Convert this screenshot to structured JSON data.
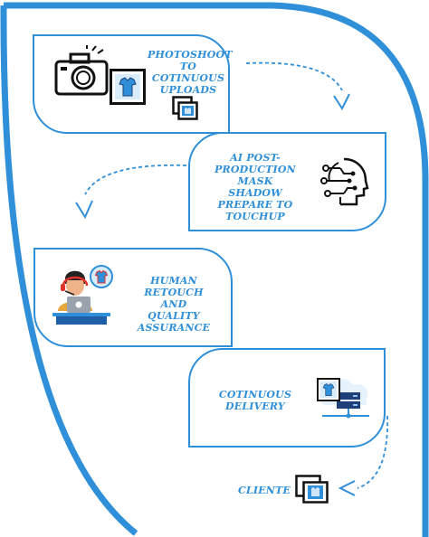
{
  "colors": {
    "accent": "#2f8fd8",
    "ink": "#111111",
    "dark_blue": "#1f3f7a"
  },
  "steps": [
    {
      "lines": [
        "PHOTOSHOOT",
        "TO COTINUOUS",
        "UPLOADS"
      ],
      "icons": [
        "camera-icon",
        "shirt-thumbnail-icon",
        "stacked-photos-icon"
      ]
    },
    {
      "lines": [
        "AI POST-PRODUCTION",
        "MASK",
        "SHADOW",
        "PREPARE TO TOUCHUP"
      ],
      "icons": [
        "ai-head-icon"
      ]
    },
    {
      "lines": [
        "HUMAN RETOUCH",
        "AND",
        "QUALITY ASSURANCE"
      ],
      "icons": [
        "retoucher-at-laptop-icon",
        "shirt-badge-icon"
      ]
    },
    {
      "lines": [
        "COTINUOUS",
        "DELIVERY"
      ],
      "icons": [
        "cloud-server-icon",
        "shirt-thumbnail-icon"
      ]
    },
    {
      "lines": [
        "CLIENTE"
      ],
      "icons": [
        "stacked-photos-icon"
      ]
    }
  ]
}
